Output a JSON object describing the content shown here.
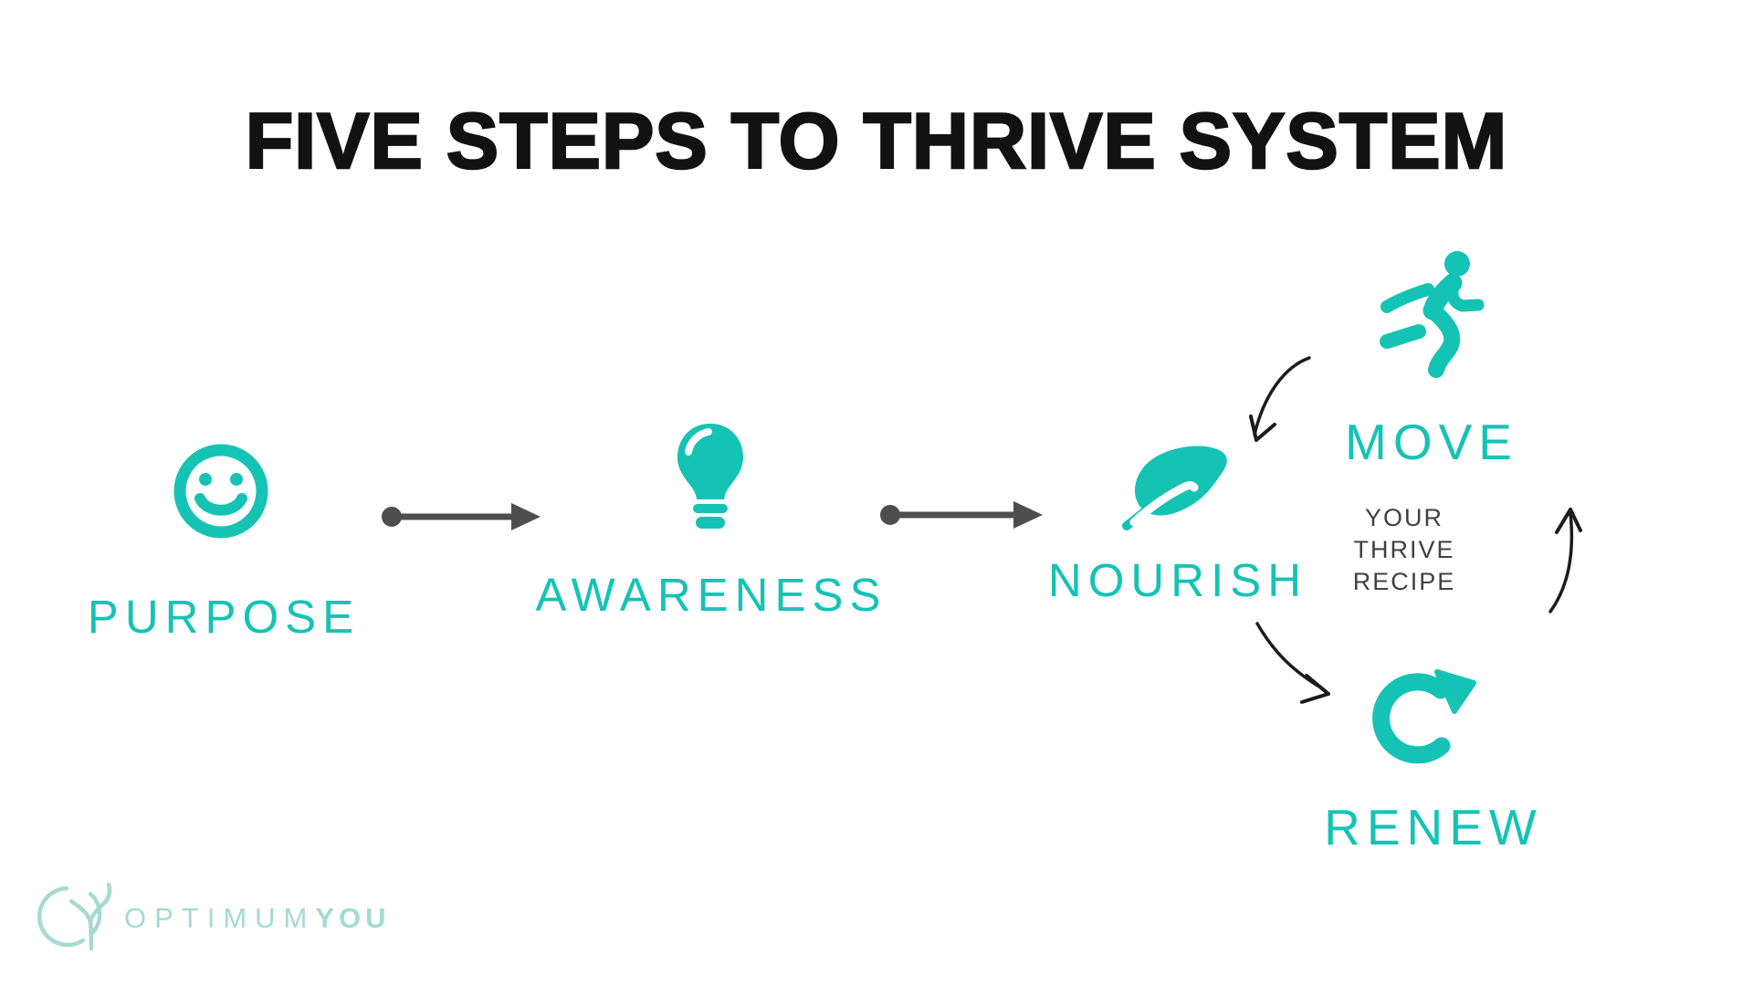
{
  "title": "FIVE STEPS TO THRIVE SYSTEM",
  "steps": [
    {
      "id": "purpose",
      "label": "PURPOSE",
      "icon": "smiley-face-icon"
    },
    {
      "id": "awareness",
      "label": "AWARENESS",
      "icon": "lightbulb-icon"
    },
    {
      "id": "nourish",
      "label": "NOURISH",
      "icon": "leaf-icon"
    },
    {
      "id": "move",
      "label": "MOVE",
      "icon": "running-person-icon"
    },
    {
      "id": "renew",
      "label": "RENEW",
      "icon": "refresh-cycle-icon"
    }
  ],
  "cycle_label": {
    "line1": "YOUR",
    "line2": "THRIVE",
    "line3": "RECIPE"
  },
  "connectors": [
    "arrow-purpose-to-awareness",
    "arrow-awareness-to-nourish",
    "curved-arrow-move-to-nourish",
    "curved-arrow-nourish-to-renew",
    "curved-arrow-renew-to-move"
  ],
  "logo": {
    "brand_light": "OPTIMUM",
    "brand_bold": "YOU",
    "icon": "optimumyou-tree-logo-icon"
  },
  "colors": {
    "teal": "#15C3B4",
    "logo_teal": "#A6D9D2",
    "connector_gray": "#4E4E4E",
    "hand_drawn_ink": "#1c1c1c",
    "title_black": "#121212",
    "recipe_text": "#404040",
    "background": "#FFFFFF"
  }
}
